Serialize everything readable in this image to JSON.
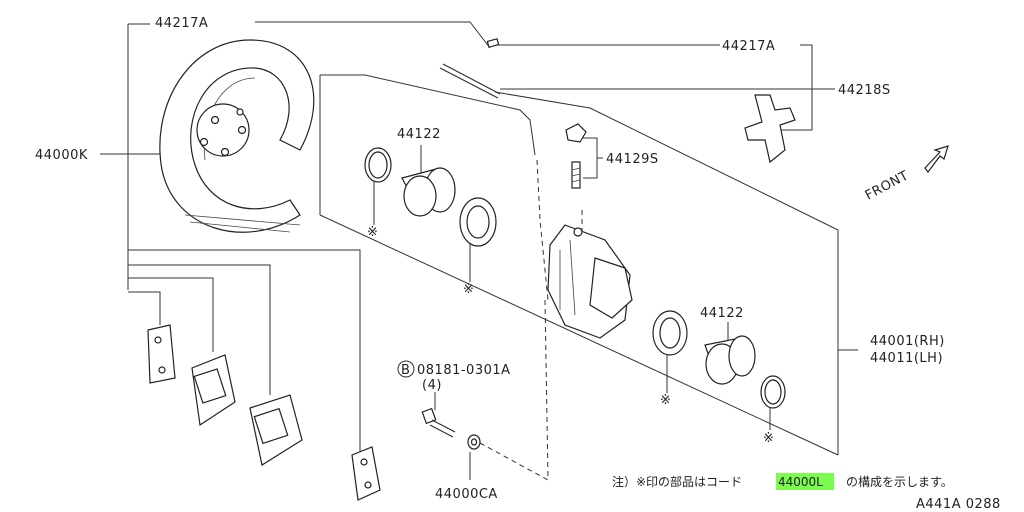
{
  "parts": {
    "shield_top": "44217A",
    "shield_right": "44217A",
    "pin": "44218S",
    "backing_plate": "44000K",
    "piston_top": "44122",
    "bleeder": "44129S",
    "piston_bottom": "44122",
    "caliper_rh": "44001(RH)",
    "caliper_lh": "44011(LH)",
    "bolt_circle": "B",
    "bolt": "08181-0301A",
    "bolt_qty": "(4)",
    "washer": "44000CA"
  },
  "marks": {
    "asterisk": "※"
  },
  "annotations": {
    "front": "FRONT",
    "note_prefix": "注）※印の部品はコード",
    "note_code": "44000L",
    "note_suffix": "の構成を示します。",
    "diagram_id": "A441A 0288"
  },
  "colors": {
    "highlight": "#7CFC4E"
  }
}
